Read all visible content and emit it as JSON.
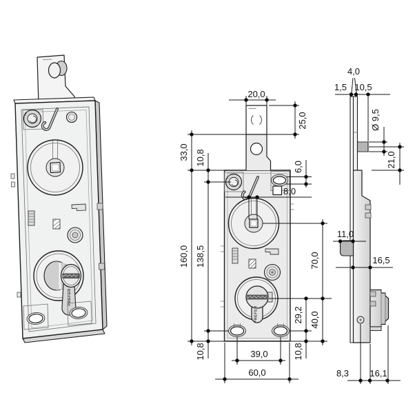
{
  "brand_label": "PREFER",
  "colors": {
    "line": "#1c1c1c",
    "body_fill": "#ebebeb",
    "dim_line": "#141414",
    "background": "#ffffff"
  },
  "dims": {
    "front": {
      "tab_width": "20,0",
      "tab_upper_section": "25,0",
      "tab_to_body_top": "33,0",
      "body_top_to_screw_axis": "10,8",
      "body_height": "160,0",
      "screw_axis_to_hole_axis": "138,5",
      "top_slot_height": "6,0",
      "square_hole_size": "8,0",
      "spindle_to_cylinder": "70,0",
      "cylinder_to_hole_axis": "29,2",
      "cylinder_to_body_bottom": "40,0",
      "hole_axis_to_bottom_left": "10,8",
      "hole_axis_to_bottom_right": "10,8",
      "bottom_hole_spacing": "39,0",
      "body_width": "60,0"
    },
    "side": {
      "plate_thickness": "1,5",
      "tab_thickness": "4,0",
      "pin_length": "10,5",
      "pin_diameter": "Ø 9,5",
      "pin_axis_to_body_top": "21,0",
      "latch_protrusion": "11,0",
      "body_depth": "16,5",
      "screw_axis_to_body_back": "8,3",
      "cylinder_protrusion": "16,1"
    }
  }
}
